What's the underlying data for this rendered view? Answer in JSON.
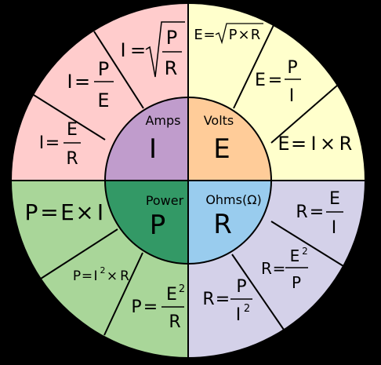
{
  "colors": {
    "background": "#000000",
    "amps_outer": "#ffcccc",
    "amps_inner": "#c09ccc",
    "volts_outer": "#ffffcc",
    "volts_inner": "#ffcc99",
    "ohms_outer": "#d4d1e9",
    "ohms_inner": "#99ccee",
    "power_outer": "#a9d699",
    "power_inner": "#339966"
  },
  "quadrants": {
    "amps": {
      "label": "Amps",
      "symbol": "I"
    },
    "volts": {
      "label": "Volts",
      "symbol": "E"
    },
    "power": {
      "label": "Power",
      "symbol": "P"
    },
    "ohms": {
      "label": "Ohms(Ω)",
      "symbol": "R"
    }
  },
  "formulas": {
    "amps_1": {
      "lhs": "I",
      "eq": "=",
      "num": "E",
      "den": "R"
    },
    "amps_2": {
      "lhs": "I",
      "eq": "=",
      "num": "P",
      "den": "E"
    },
    "amps_3": {
      "lhs": "I",
      "eq": "=",
      "num": "P",
      "den": "R"
    },
    "volts_1": {
      "lhs": "E",
      "eq": "=",
      "a": "P",
      "op": "×",
      "b": "R"
    },
    "volts_2": {
      "lhs": "E",
      "eq": "=",
      "num": "P",
      "den": "I"
    },
    "volts_3": {
      "lhs": "E",
      "eq": "=",
      "a": "I",
      "op": "×",
      "b": "R"
    },
    "ohms_1": {
      "lhs": "R",
      "eq": "=",
      "num": "E",
      "den": "I"
    },
    "ohms_2": {
      "lhs": "R",
      "eq": "=",
      "num": "E",
      "sup": "2",
      "den": "P"
    },
    "ohms_3": {
      "lhs": "R",
      "eq": "=",
      "num": "P",
      "den": "I",
      "sup": "2"
    },
    "power_1": {
      "lhs": "P",
      "eq": "=",
      "num": "E",
      "sup": "2",
      "den": "R"
    },
    "power_2": {
      "lhs": "P",
      "eq": "=",
      "a": "I",
      "sup": "2",
      "op": "×",
      "b": "R"
    },
    "power_3": {
      "lhs": "P",
      "eq": "=",
      "a": "E",
      "op": "×",
      "b": "I"
    }
  }
}
